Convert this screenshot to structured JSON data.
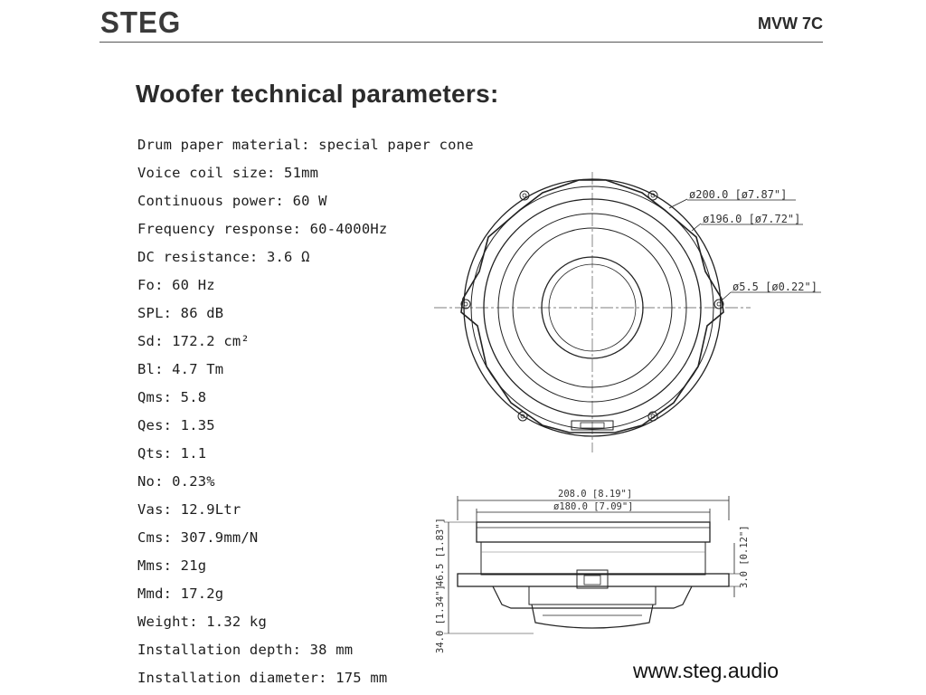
{
  "header": {
    "brand": "STEG",
    "model": "MVW 7C"
  },
  "title": "Woofer technical parameters:",
  "specs": [
    "Drum paper material: special paper cone",
    "Voice coil size: 51mm",
    "Continuous power: 60 W",
    "Frequency response: 60-4000Hz",
    "DC resistance: 3.6 Ω",
    "Fo: 60 Hz",
    "SPL: 86 dB",
    "Sd: 172.2 cm²",
    "Bl: 4.7 Tm",
    "Qms: 5.8",
    "Qes: 1.35",
    "Qts: 1.1",
    "No: 0.23%",
    "Vas: 12.9Ltr",
    "Cms: 307.9mm/N",
    "Mms: 21g",
    "Mmd: 17.2g",
    "Weight: 1.32 kg",
    "Installation depth: 38 mm",
    "Installation diameter: 175 mm"
  ],
  "front_view": {
    "dim_outer": "ø200.0 [ø7.87\"]",
    "dim_inner": "ø196.0 [ø7.72\"]",
    "dim_hole": "ø5.5 [ø0.22\"]"
  },
  "side_view": {
    "dim_width": "208.0 [8.19\"]",
    "dim_cone": "ø180.0 [7.09\"]",
    "dim_height_total": "46.5 [1.83\"]",
    "dim_height_lower": "34.0 [1.34\"]",
    "dim_flange": "3.0 [0.12\"]"
  },
  "footer": {
    "url": "www.steg.audio"
  }
}
